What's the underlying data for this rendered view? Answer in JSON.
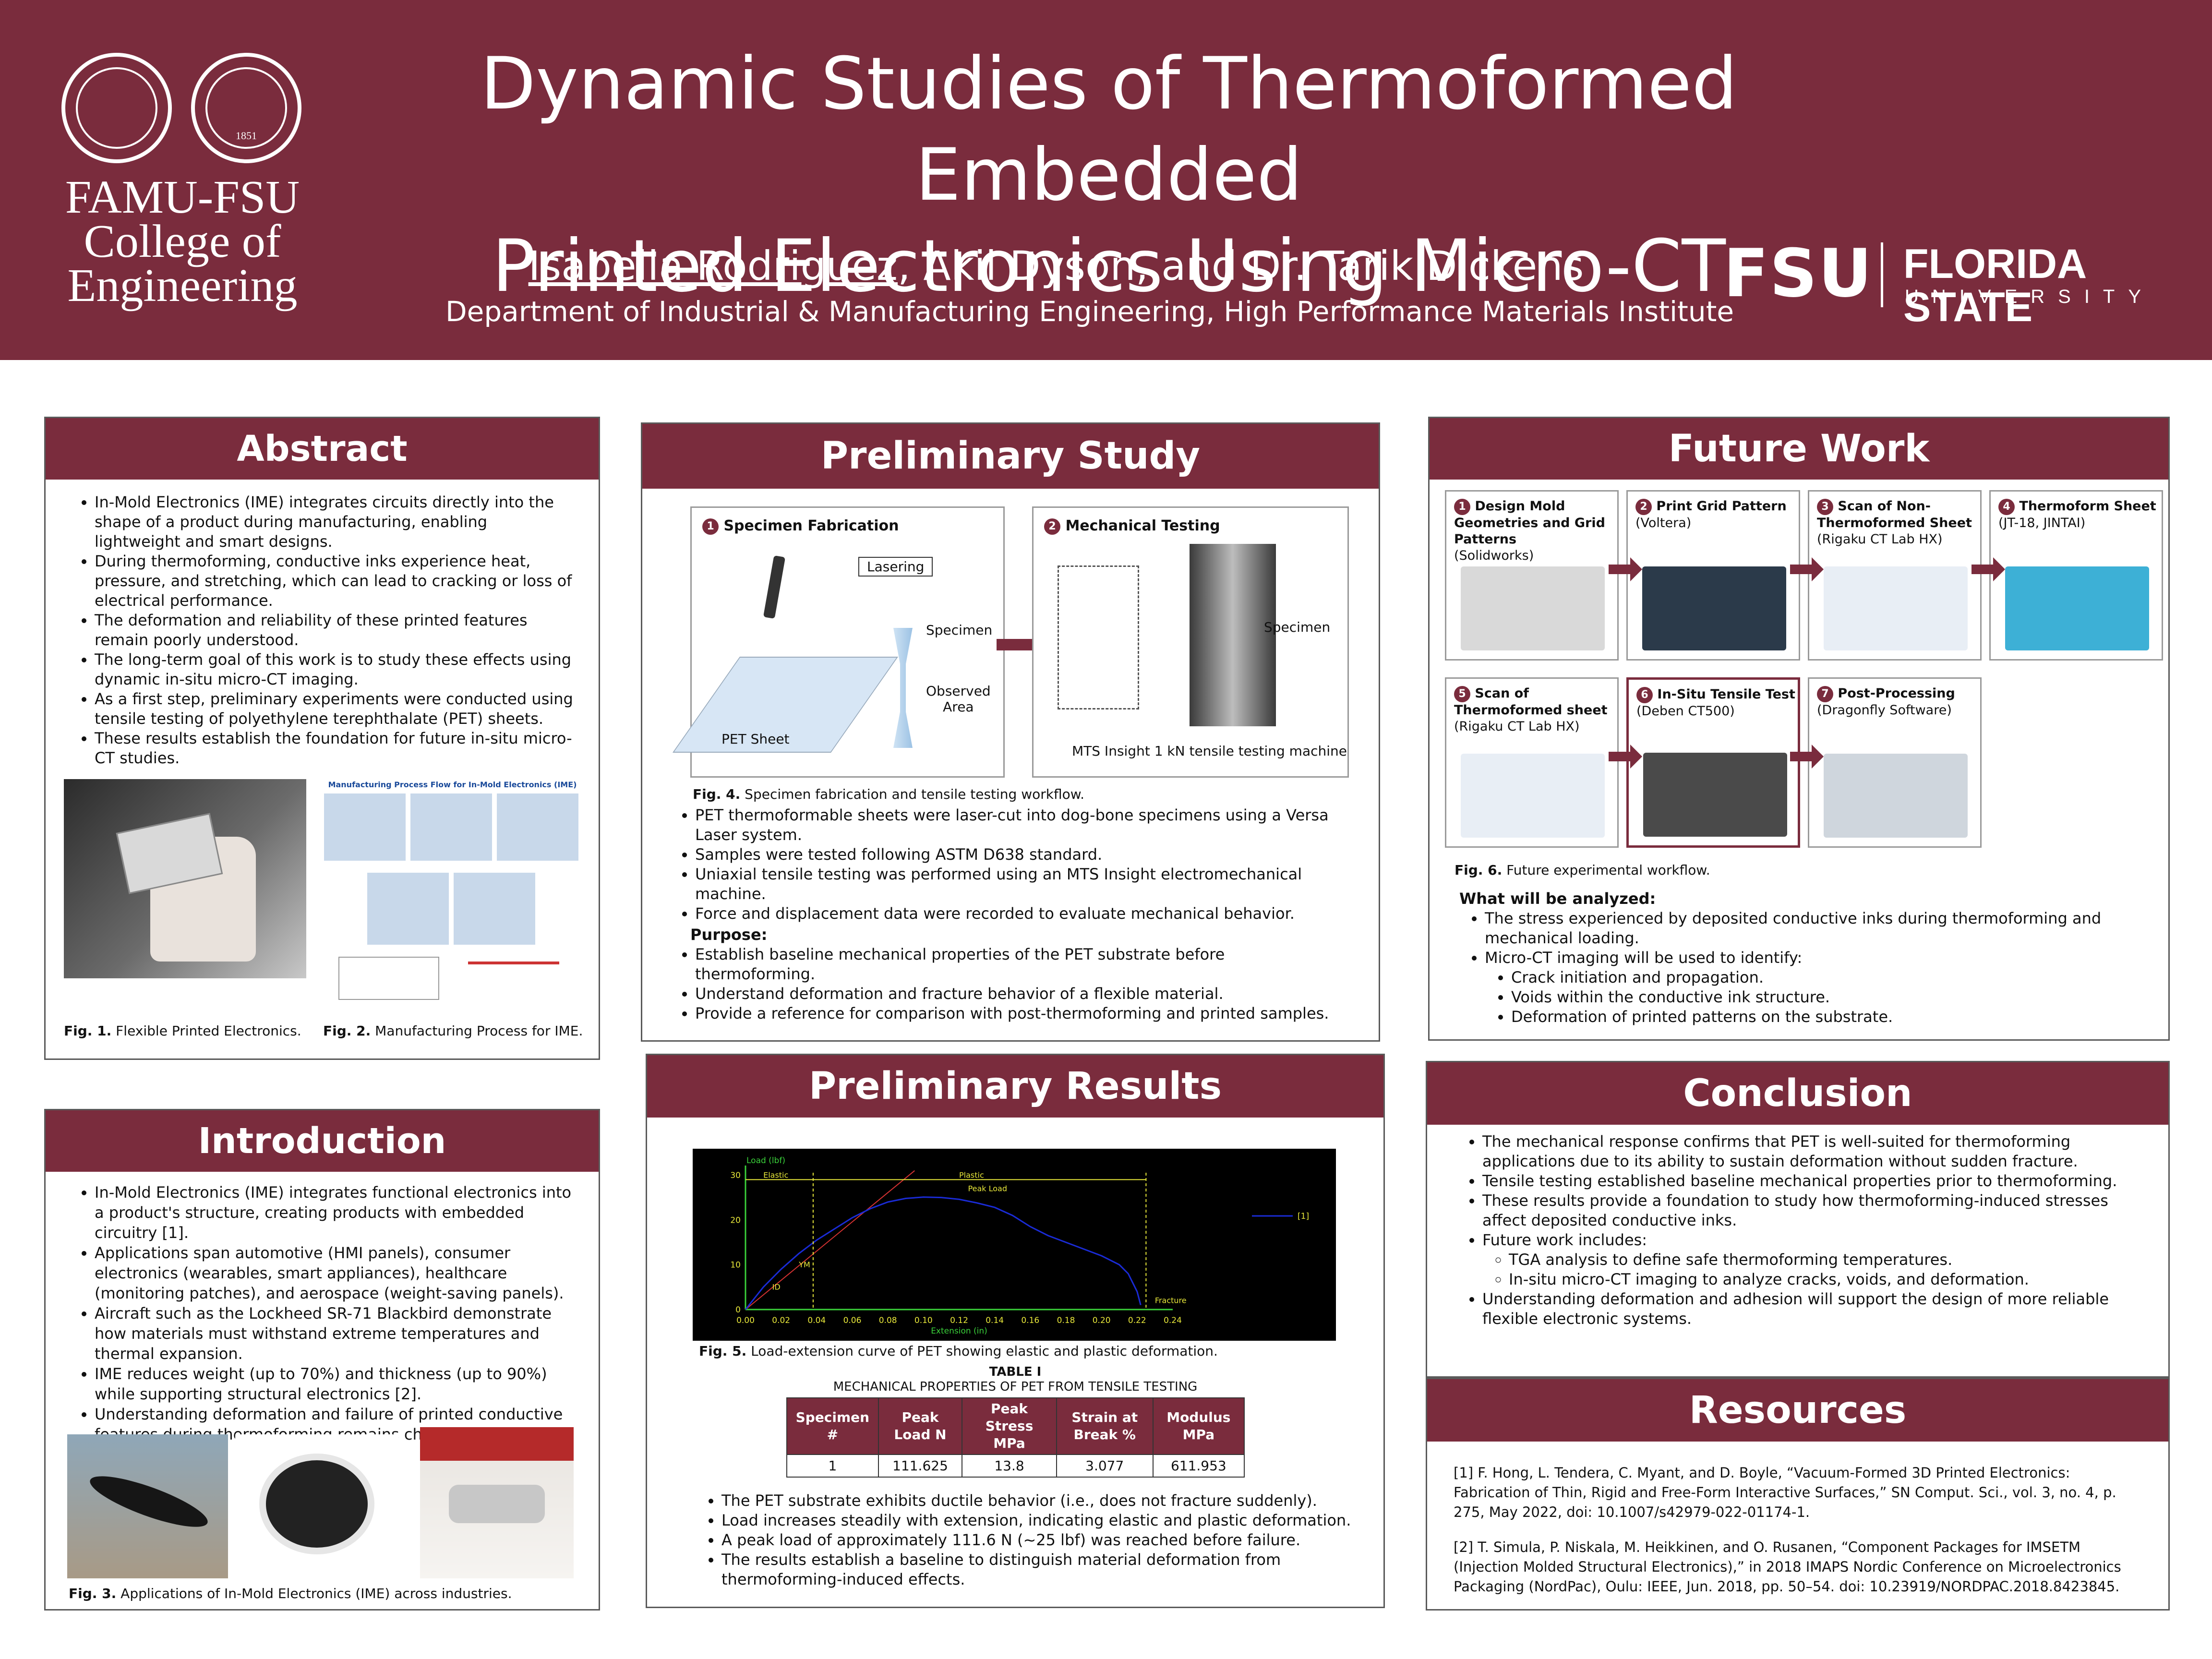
{
  "header": {
    "title_line1": "Dynamic Studies of Thermoformed Embedded",
    "title_line2": "Printed Electronics Using Micro-CT",
    "author_first": "Isabella Rodriguez",
    "authors_rest": ", Akil Dyson, and Dr. Tarik Dickens",
    "department": "Department of Industrial & Manufacturing Engineering, High Performance Materials Institute",
    "college_line1": "FAMU-FSU",
    "college_line2": "College of",
    "college_line3": "Engineering",
    "famu_seal_year": "",
    "fsu_seal_year": "1851",
    "fsu_mark": "FSU",
    "fsu_name": "FLORIDA STATE",
    "fsu_university": "UNIVERSITY",
    "brand_color": "#7a2c3d"
  },
  "abstract": {
    "heading": "Abstract",
    "bullets": [
      "In-Mold Electronics (IME) integrates circuits directly into the shape of a product during manufacturing, enabling lightweight and smart designs.",
      "During thermoforming, conductive inks experience heat, pressure, and stretching, which can lead to cracking or loss of electrical performance.",
      "The deformation and reliability of these printed features remain poorly understood.",
      "The long-term goal of this work is to study these effects using dynamic in-situ micro-CT imaging.",
      "As a first step, preliminary experiments were conducted using tensile testing of polyethylene terephthalate (PET) sheets.",
      "These results establish the foundation for future in-situ micro-CT studies."
    ],
    "fig1_label": "Fig. 1.",
    "fig1_caption": " Flexible Printed Electronics.",
    "fig2_label": "Fig. 2.",
    "fig2_caption": " Manufacturing Process for IME.",
    "fig2_title": "Manufacturing Process Flow for In-Mold Electronics (IME)"
  },
  "introduction": {
    "heading": "Introduction",
    "bullets": [
      "In-Mold Electronics (IME) integrates functional electronics into a product's structure, creating products with embedded circuitry [1].",
      "Applications span automotive (HMI panels), consumer electronics (wearables, smart appliances), healthcare (monitoring patches), and aerospace (weight-saving panels).",
      "Aircraft such as the Lockheed SR-71 Blackbird demonstrate how materials must withstand extreme temperatures and thermal expansion.",
      "IME reduces weight (up to 70%) and thickness (up to 90%) while supporting structural electronics [2].",
      "Understanding deformation and failure of printed conductive features during thermoforming remains challenging."
    ],
    "fig3_label": "Fig. 3.",
    "fig3_caption": " Applications of In-Mold Electronics (IME) across industries."
  },
  "preliminary_study": {
    "heading": "Preliminary Study",
    "step1_num": "1",
    "step1_title": "Specimen Fabrication",
    "lasering": "Lasering",
    "specimen": "Specimen",
    "observed": "Observed",
    "area": "Area",
    "pet_sheet": "PET Sheet",
    "step2_num": "2",
    "step2_title": "Mechanical Testing",
    "specimen2": "Specimen",
    "machine": "MTS Insight 1 kN tensile testing machine",
    "fig4_label": "Fig. 4.",
    "fig4_caption": " Specimen fabrication and tensile testing workflow.",
    "bullets": [
      "PET thermoformable sheets were laser-cut into dog-bone specimens using a Versa Laser system.",
      "Samples were tested following ASTM D638 standard.",
      "Uniaxial tensile testing was performed using an MTS Insight electromechanical machine.",
      "Force and displacement data were recorded to evaluate mechanical behavior."
    ],
    "purpose_label": "Purpose:",
    "purpose_bullets": [
      "Establish baseline mechanical properties of the PET substrate before thermoforming.",
      "Understand deformation and fracture behavior of a flexible material.",
      "Provide a reference for comparison with post-thermoforming and printed samples."
    ]
  },
  "preliminary_results": {
    "heading": "Preliminary Results",
    "fig5_label": "Fig. 5.",
    "fig5_caption": " Load-extension curve of PET showing elastic and plastic deformation.",
    "table_title": "TABLE I",
    "table_subtitle": "MECHANICAL PROPERTIES OF PET FROM TENSILE TESTING",
    "table_headers": [
      "Specimen #",
      "Peak Load N",
      "Peak Stress MPa",
      "Strain at Break %",
      "Modulus MPa"
    ],
    "table_row": [
      "1",
      "111.625",
      "13.8",
      "3.077",
      "611.953"
    ],
    "bullets": [
      "The PET substrate exhibits ductile behavior (i.e., does not fracture suddenly).",
      "Load increases steadily with extension, indicating elastic and plastic deformation.",
      "A peak load of approximately 111.6 N (~25 lbf) was reached before failure.",
      "The results establish a baseline to distinguish material deformation from thermoforming-induced effects."
    ]
  },
  "chart_data": {
    "type": "line",
    "title": "",
    "xlabel": "Extension (in)",
    "ylabel": "Load (lbf)",
    "xlim": [
      0.0,
      0.24
    ],
    "ylim": [
      0,
      30
    ],
    "x_ticks": [
      "0.00",
      "0.02",
      "0.04",
      "0.06",
      "0.08",
      "0.10",
      "0.12",
      "0.14",
      "0.16",
      "0.18",
      "0.20",
      "0.22",
      "0.24"
    ],
    "y_ticks": [
      "0",
      "10",
      "20",
      "30"
    ],
    "grid": false,
    "background": "#000000",
    "series": [
      {
        "name": "[1]",
        "color": "#1a2bd6",
        "x": [
          0.0,
          0.005,
          0.01,
          0.02,
          0.03,
          0.04,
          0.05,
          0.06,
          0.07,
          0.08,
          0.09,
          0.1,
          0.11,
          0.12,
          0.13,
          0.14,
          0.15,
          0.16,
          0.17,
          0.18,
          0.19,
          0.2,
          0.21,
          0.215,
          0.22,
          0.222
        ],
        "y": [
          0,
          2.5,
          5,
          9,
          12.5,
          15.5,
          18,
          20.5,
          22.5,
          24,
          24.8,
          25.1,
          25,
          24.6,
          23.8,
          22.8,
          21,
          18.5,
          16.5,
          15,
          13.5,
          12,
          10,
          8,
          4,
          1
        ]
      }
    ],
    "elastic_fit": {
      "x": [
        0.0,
        0.095
      ],
      "y": [
        0,
        31
      ],
      "color": "#d63232"
    },
    "annotations": [
      {
        "text": "Elastic",
        "x": 0.01,
        "y": 29
      },
      {
        "text": "Plastic",
        "x": 0.12,
        "y": 29
      },
      {
        "text": "Peak Load",
        "x": 0.125,
        "y": 26
      },
      {
        "text": "Fracture",
        "x": 0.23,
        "y": 1
      },
      {
        "text": "YM",
        "x": 0.03,
        "y": 9
      },
      {
        "text": "ID",
        "x": 0.015,
        "y": 4
      }
    ],
    "markers_x": [
      0.038,
      0.225
    ]
  },
  "future_work": {
    "heading": "Future Work",
    "steps": [
      {
        "num": "1",
        "title": "Design Mold Geometries and Grid Patterns",
        "sub": "(Solidworks)"
      },
      {
        "num": "2",
        "title": "Print Grid Pattern",
        "sub": "(Voltera)"
      },
      {
        "num": "3",
        "title": "Scan of Non-Thermoformed Sheet",
        "sub": "(Rigaku CT Lab HX)"
      },
      {
        "num": "4",
        "title": "Thermoform Sheet",
        "sub": "(JT-18, JINTAI)"
      },
      {
        "num": "5",
        "title": "Scan of Thermoformed sheet",
        "sub": "(Rigaku CT Lab HX)"
      },
      {
        "num": "6",
        "title": "In-Situ Tensile Test",
        "sub": "(Deben CT500)"
      },
      {
        "num": "7",
        "title": "Post-Processing",
        "sub": "(Dragonfly Software)"
      }
    ],
    "fig6_label": "Fig. 6.",
    "fig6_caption": " Future experimental workflow.",
    "analyzed_label": "What will be analyzed:",
    "bullets": [
      "The stress experienced by deposited conductive inks during thermoforming and mechanical loading.",
      "Micro-CT imaging will be used to identify:"
    ],
    "sub_bullets": [
      "Crack initiation and propagation.",
      "Voids within the conductive ink structure.",
      "Deformation of printed patterns on the substrate."
    ]
  },
  "conclusion": {
    "heading": "Conclusion",
    "bullets": [
      "The mechanical response confirms that PET is well-suited for thermoforming applications due to its ability to sustain deformation without sudden fracture.",
      "Tensile testing established baseline mechanical properties prior to thermoforming.",
      "These results provide a foundation to study how thermoforming-induced stresses affect deposited conductive inks.",
      "Future work includes:"
    ],
    "sub_bullets": [
      "TGA analysis to define safe thermoforming temperatures.",
      "In-situ micro-CT imaging to analyze cracks, voids, and deformation."
    ],
    "final_bullet": "Understanding deformation and adhesion will support the design of more reliable flexible electronic systems."
  },
  "resources": {
    "heading": "Resources",
    "ref1": "[1] F. Hong, L. Tendera, C. Myant, and D. Boyle, “Vacuum-Formed 3D Printed Electronics: Fabrication of Thin, Rigid and Free-Form Interactive Surfaces,” SN Comput. Sci., vol. 3, no. 4, p. 275, May 2022, doi: 10.1007/s42979-022-01174-1.",
    "ref2": "[2] T. Simula, P. Niskala, M. Heikkinen, and O. Rusanen, “Component Packages for IMSETM (Injection Molded Structural Electronics),” in 2018 IMAPS Nordic Conference on Microelectronics Packaging (NordPac), Oulu: IEEE, Jun. 2018, pp. 50–54. doi: 10.23919/NORDPAC.2018.8423845."
  }
}
